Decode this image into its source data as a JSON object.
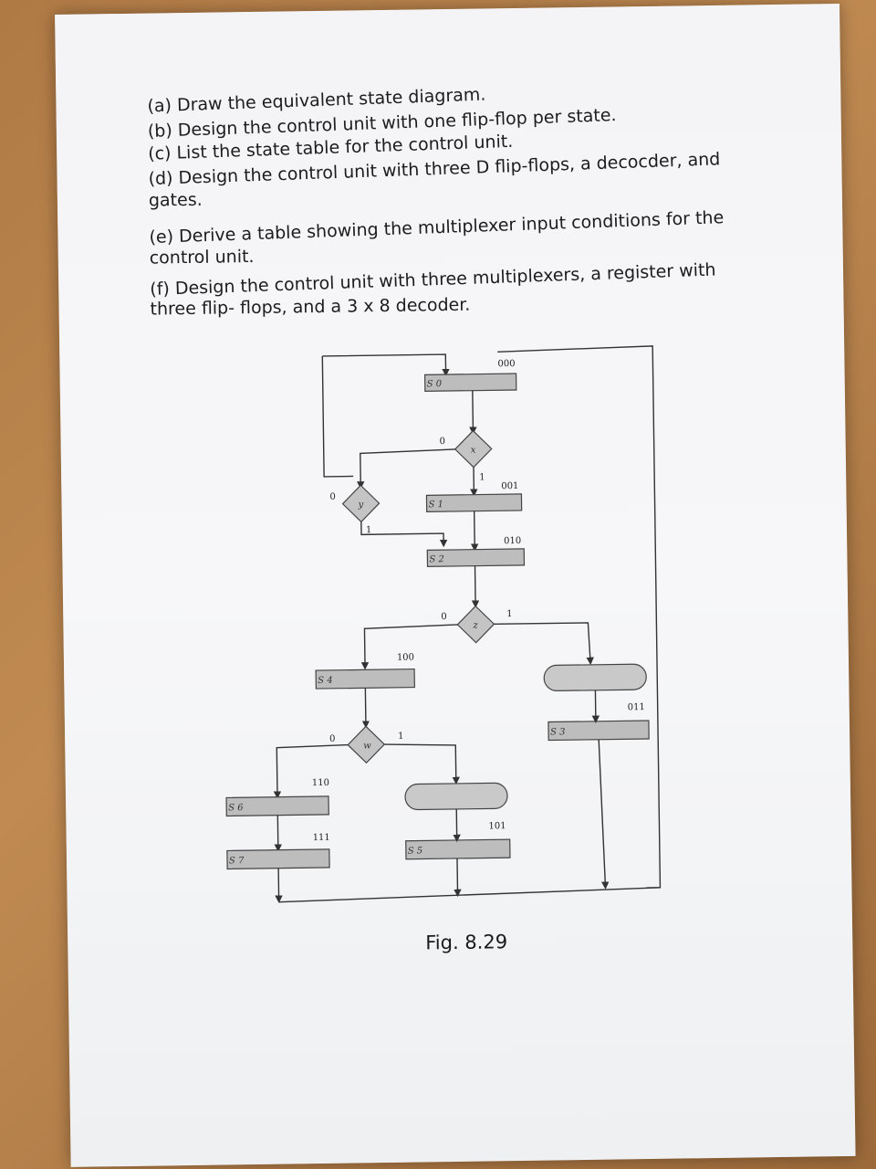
{
  "questions": [
    "(a) Draw the equivalent state diagram.",
    "(b) Design the control unit with one flip-flop per state.",
    "(c) List the state table for the control unit.",
    "(d) Design the control unit with three D flip-flops, a decocder, and",
    "gates.",
    "(e) Derive a table showing the multiplexer input conditions for the",
    "control unit.",
    "(f) Design the control unit with three multiplexers, a register with",
    "three flip- flops, and a 3 x 8 decoder."
  ],
  "diagram": {
    "states": {
      "s0": "S 0",
      "s1": "S 1",
      "s2": "S 2",
      "s3": "S 3",
      "s4": "S 4",
      "s5": "S 5",
      "s6": "S 6",
      "s7": "S 7"
    },
    "codes": {
      "s0": "000",
      "s1": "001",
      "s2": "010",
      "s3": "011",
      "s4": "100",
      "s5": "101",
      "s6": "110",
      "s7": "111"
    },
    "decisions": {
      "x": "x",
      "y": "y",
      "z": "z",
      "w": "w"
    },
    "branch": {
      "zero": "0",
      "one": "1"
    }
  },
  "caption": "Fig. 8.29"
}
